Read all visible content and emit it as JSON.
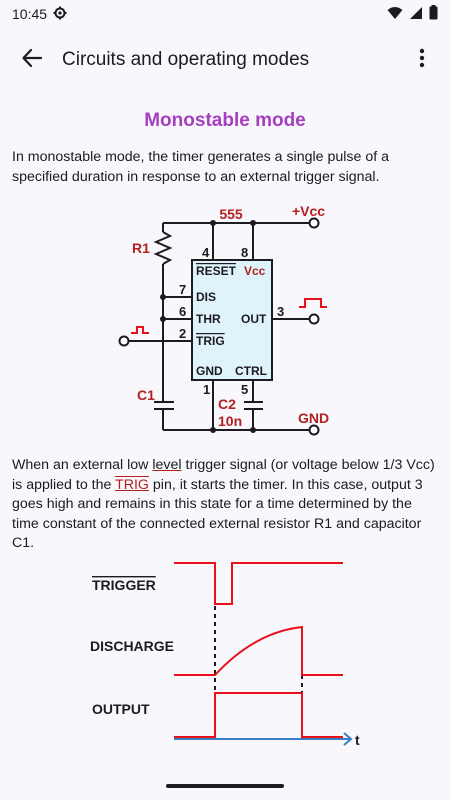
{
  "status": {
    "time": "10:45",
    "icons": [
      "settings-gear-icon",
      "wifi-icon",
      "signal-icon",
      "battery-icon"
    ]
  },
  "app_bar": {
    "title": "Circuits and operating modes",
    "back_icon": "arrow-back-icon",
    "menu_icon": "more-vert-icon"
  },
  "section": {
    "title": "Monostable mode"
  },
  "intro": "In monostable mode, the timer generates a single pulse of a specified duration in response to an external trigger signal.",
  "circuit": {
    "chip": "555",
    "vcc_rail": "+Vcc",
    "gnd_rail": "GND",
    "resistor": "R1",
    "cap_timing": "C1",
    "cap_ctrl": "C2",
    "cap_ctrl_value": "10n",
    "pins": {
      "reset": {
        "num": "4",
        "label": "RESET"
      },
      "vcc": {
        "num": "8",
        "label": "Vcc"
      },
      "dis": {
        "num": "7",
        "label": "DIS"
      },
      "thr": {
        "num": "6",
        "label": "THR"
      },
      "trig": {
        "num": "2",
        "label": "TRIG"
      },
      "out": {
        "num": "3",
        "label": "OUT"
      },
      "gnd": {
        "num": "1",
        "label": "GND"
      },
      "ctrl": {
        "num": "5",
        "label": "CTRL"
      }
    }
  },
  "explanation": {
    "part1": "When an external low ",
    "link_level": "level",
    "part2": " trigger signal (or voltage below 1/3 Vcc) is applied to the ",
    "link_trig": "TRIG",
    "part3": " pin, it starts the timer. In this case, output 3 goes high and remains in this state for a time determined by the time constant of the connected external resistor R1 and capacitor C1."
  },
  "timing": {
    "trigger": "TRIGGER",
    "discharge": "DISCHARGE",
    "output": "OUTPUT",
    "time_axis": "t"
  },
  "colors": {
    "accent": "#a63fbf",
    "wire": "#1d1b20",
    "signal": "#e8101a",
    "ic_fill": "#dff3fb",
    "label_red": "#b32020",
    "axis": "#3a7fc0"
  }
}
